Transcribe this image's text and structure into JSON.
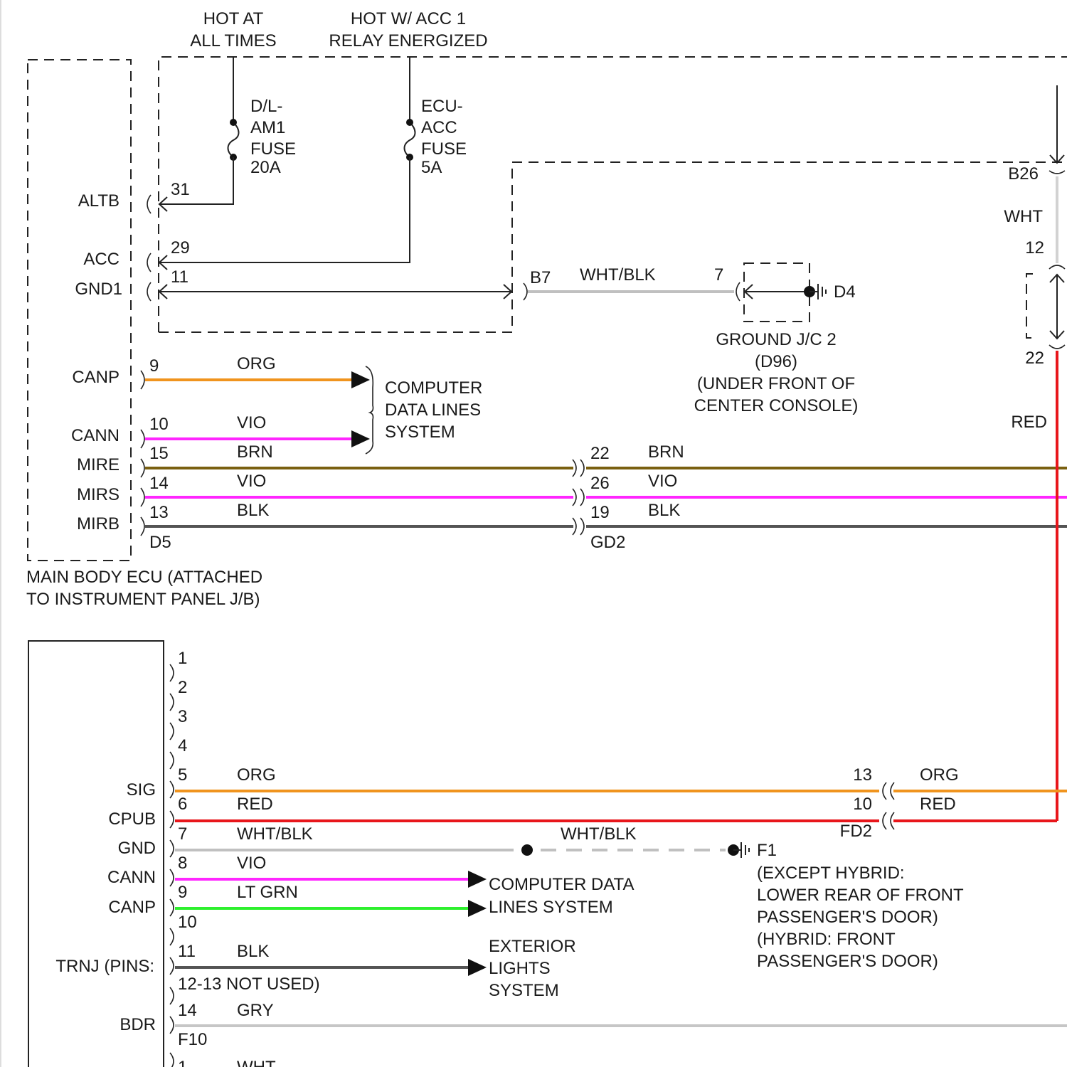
{
  "colors": {
    "ORG": "#f0941e",
    "VIO": "#ff26ff",
    "BRN": "#7a6010",
    "BLK": "#545454",
    "RED": "#e8161b",
    "WHT": "#d2d2d2",
    "WHT/BLK": "#c0c0c0",
    "LT GRN": "#2ef02e",
    "GRY": "#c6c6c6"
  },
  "headers": {
    "hot_at_all_times": [
      "HOT AT",
      "ALL TIMES"
    ],
    "hot_w_acc": [
      "HOT W/ ACC 1",
      "RELAY ENERGIZED"
    ]
  },
  "fuses": {
    "dl_am1": [
      "D/L-",
      "AM1",
      "FUSE",
      "20A"
    ],
    "ecu_acc": [
      "ECU-",
      "ACC",
      "FUSE",
      "5A"
    ]
  },
  "main_body_ecu": {
    "caption": [
      "MAIN BODY ECU (ATTACHED",
      "TO INSTRUMENT PANEL J/B)"
    ],
    "connector": "D5",
    "pins": [
      {
        "name": "ALTB",
        "pin": "31"
      },
      {
        "name": "ACC",
        "pin": "29"
      },
      {
        "name": "GND1",
        "pin": "11"
      },
      {
        "name": "CANP",
        "pin": "9",
        "wire": "ORG"
      },
      {
        "name": "CANN",
        "pin": "10",
        "wire": "VIO"
      },
      {
        "name": "MIRE",
        "pin": "15",
        "wire": "BRN"
      },
      {
        "name": "MIRS",
        "pin": "14",
        "wire": "VIO"
      },
      {
        "name": "MIRB",
        "pin": "13",
        "wire": "BLK"
      }
    ]
  },
  "computer_data_lines_top": [
    "COMPUTER",
    "DATA LINES",
    "SYSTEM"
  ],
  "gd2": {
    "connector": "GD2",
    "pins": [
      {
        "pin": "22",
        "wire": "BRN"
      },
      {
        "pin": "26",
        "wire": "VIO"
      },
      {
        "pin": "19",
        "wire": "BLK"
      }
    ]
  },
  "ground_jc2": {
    "connector": "B7",
    "wire": "WHT/BLK",
    "pin": "7",
    "ground": "D4",
    "caption": [
      "GROUND J/C 2",
      "(D96)",
      "(UNDER FRONT OF",
      "CENTER CONSOLE)"
    ]
  },
  "right_side": {
    "connector": "B26",
    "wire_top": "WHT",
    "pin_top": "12",
    "pin_bottom": "22",
    "wire_bottom": "RED"
  },
  "lower_module": {
    "connector": "F10",
    "pins": [
      {
        "pin": "1",
        "name": "",
        "wire": ""
      },
      {
        "pin": "2",
        "name": "",
        "wire": ""
      },
      {
        "pin": "3",
        "name": "",
        "wire": ""
      },
      {
        "pin": "4",
        "name": "",
        "wire": ""
      },
      {
        "pin": "5",
        "name": "SIG",
        "wire": "ORG"
      },
      {
        "pin": "6",
        "name": "CPUB",
        "wire": "RED"
      },
      {
        "pin": "7",
        "name": "GND",
        "wire": "WHT/BLK"
      },
      {
        "pin": "8",
        "name": "CANN",
        "wire": "VIO"
      },
      {
        "pin": "9",
        "name": "CANP",
        "wire": "LT GRN"
      },
      {
        "pin": "10",
        "name": "",
        "wire": ""
      },
      {
        "pin": "11",
        "name": "TRNJ (PINS:",
        "wire": "BLK"
      },
      {
        "pin": "12-13 NOT USED)",
        "name": "",
        "wire": ""
      },
      {
        "pin": "14",
        "name": "BDR",
        "wire": "GRY"
      },
      {
        "pin": "1",
        "name": "",
        "wire": "WHT"
      }
    ]
  },
  "fd2": {
    "connector": "FD2",
    "pins": [
      {
        "pin": "13",
        "wire": "ORG"
      },
      {
        "pin": "10",
        "wire": "RED"
      }
    ]
  },
  "gnd_branch": {
    "wire": "WHT/BLK",
    "ground": "F1",
    "caption": [
      "(EXCEPT HYBRID:",
      "LOWER REAR OF FRONT",
      "PASSENGER'S DOOR)",
      "(HYBRID: FRONT",
      "PASSENGER'S DOOR)"
    ]
  },
  "computer_data_lines_bottom": [
    "COMPUTER DATA",
    "LINES SYSTEM"
  ],
  "exterior_lights": [
    "EXTERIOR",
    "LIGHTS",
    "SYSTEM"
  ]
}
